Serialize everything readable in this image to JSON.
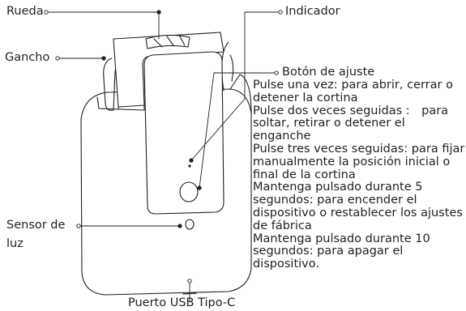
{
  "callouts": {
    "wheel": "Rueda",
    "indicator": "Indicador",
    "hook": "Gancho",
    "adjust_button": "Botón de ajuste",
    "light_sensor_line1": "Sensor de",
    "light_sensor_line2": "luz",
    "usb_port": "Puerto USB Tipo-C"
  },
  "instructions": [
    "Pulse una vez: para abrir, cerrar o detener la cortina",
    "Pulse dos veces seguidas :　para soltar, retirar o detener el enganche",
    "Pulse tres veces seguidas: para fijar manualmente la posición inicial o final de la cortina",
    "Mantenga pulsado durante 5 segundos: para encender el dispositivo o restablecer los ajustes de fábrica",
    "Mantenga pulsado durante 10 segundos: para apagar el dispositivo."
  ]
}
